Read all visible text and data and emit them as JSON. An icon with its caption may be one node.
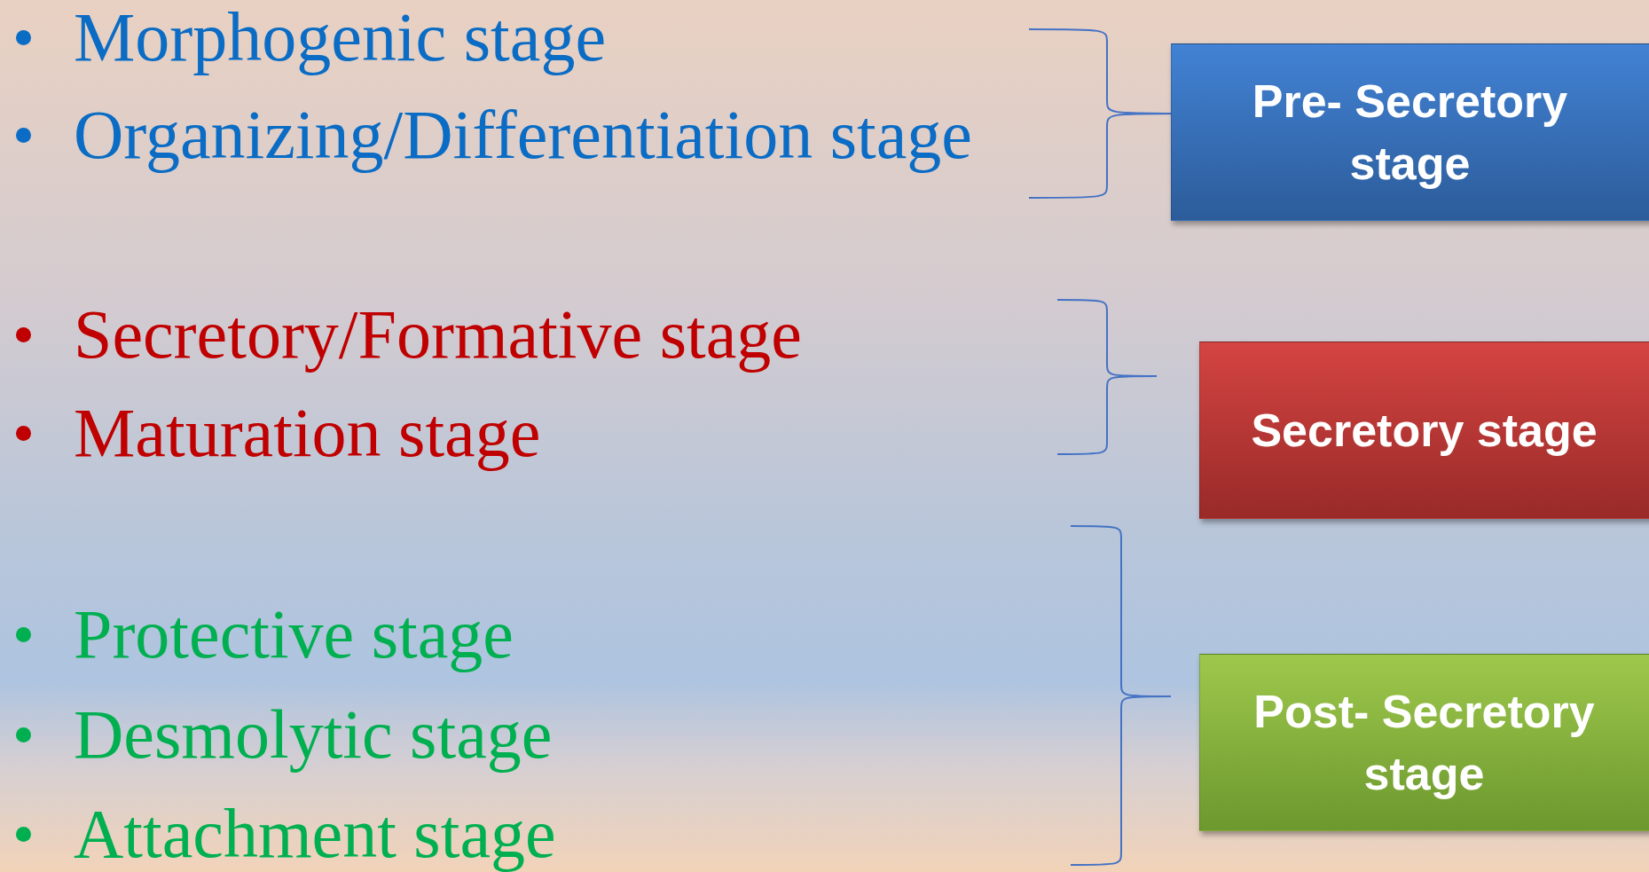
{
  "diagram": {
    "nodes": [
      {
        "text": [
          "Pre- Secretory stage"
        ]
      },
      {
        "text": [
          "Secretory stage"
        ]
      },
      {
        "text": [
          "Post- Secretory stage"
        ]
      }
    ],
    "labels": [
      "Morphogenic stage",
      "Organizing/Differentiation stage",
      "Secretory/Formative stage",
      "Maturation stage",
      "Protective stage",
      "Desmolytic stage",
      "Attachment stage"
    ]
  }
}
